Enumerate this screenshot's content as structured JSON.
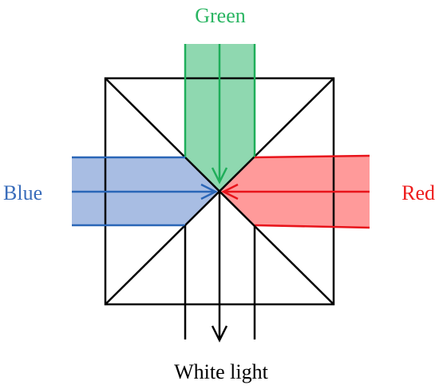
{
  "labels": {
    "green": "Green",
    "blue": "Blue",
    "red": "Red",
    "output": "White light"
  },
  "colors": {
    "green_fill": "#8fd8b0",
    "green_stroke": "#1fae5a",
    "green_text": "#2ab562",
    "blue_fill": "#a8bde3",
    "blue_stroke": "#2a66b7",
    "blue_text": "#3a6dbb",
    "red_fill": "#ff9a9a",
    "red_stroke": "#e8141b",
    "red_text": "#ee1c1c",
    "outline": "#000000"
  }
}
